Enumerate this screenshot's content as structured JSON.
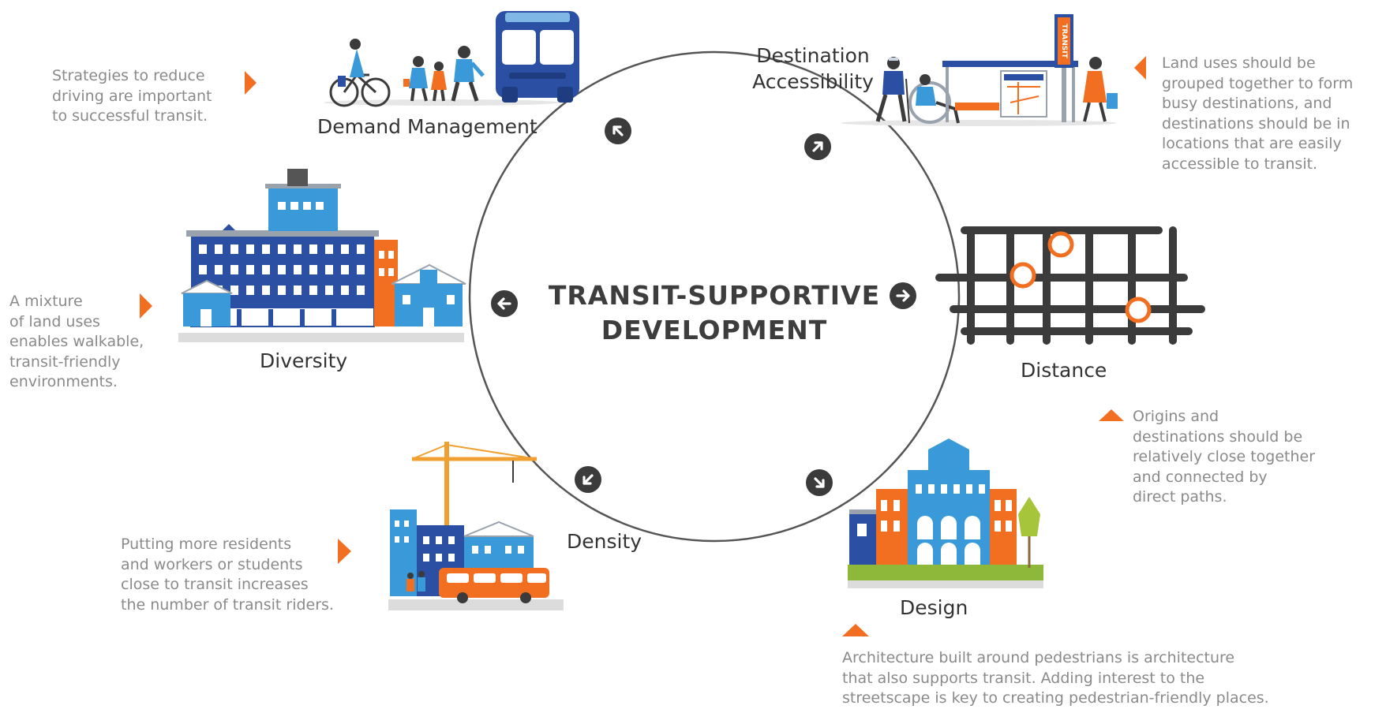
{
  "center": {
    "line1": "TRANSIT-SUPPORTIVE",
    "line2": "DEVELOPMENT"
  },
  "topics": {
    "demand_management": {
      "label": "Demand Management",
      "description": "Strategies to reduce\ndriving are important\nto successful transit."
    },
    "destination_accessibility": {
      "label": "Destination\nAccessibility",
      "description": "Land uses should be\ngrouped together to form\nbusy destinations, and\ndestinations should be in\nlocations that are easily\naccessible to transit."
    },
    "distance": {
      "label": "Distance",
      "description": "Origins and\ndestinations should be\nrelatively close together\nand connected by\ndirect paths."
    },
    "design": {
      "label": "Design",
      "description": "Architecture built around pedestrians is architecture\nthat also supports transit. Adding interest to the\nstreetscape is key to creating pedestrian-friendly places."
    },
    "density": {
      "label": "Density",
      "description": "Putting more residents\nand workers or students\nclose to transit increases\nthe number of transit riders."
    },
    "diversity": {
      "label": "Diversity",
      "description": "A mixture\nof land uses\nenables walkable,\ntransit-friendly\nenvironments."
    }
  },
  "signage": {
    "transit_sign": "TRANSIT"
  },
  "colors": {
    "accent_orange": "#f26f21",
    "navy": "#2a4fa3",
    "sky_blue": "#3a9ad9",
    "dark_gray": "#3b3b3b",
    "text_gray": "#8a8a8a"
  }
}
